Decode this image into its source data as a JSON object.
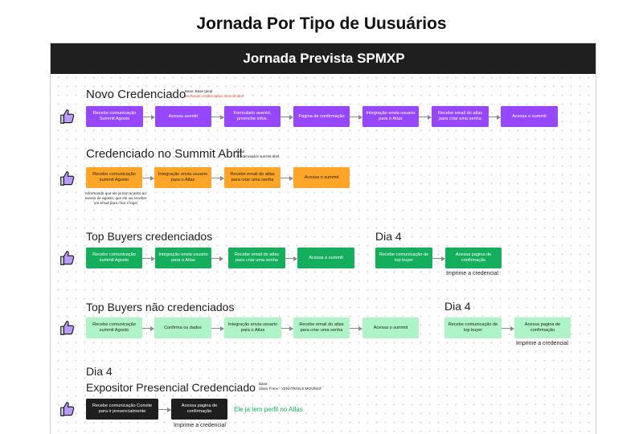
{
  "page_title": "Jornada Por Tipo de Uusuários",
  "board_title": "Jornada Prevista SPMXP",
  "sections": {
    "novo": {
      "title": "Novo Credenciado",
      "meta_line1": "Base: Base geral",
      "meta_line2": "Excluindo credenciados summit abril",
      "steps": [
        "Recebe comunicação Summit Agosto",
        "Acessa aventri",
        "Formulario aventri, preenche infos.",
        "Pagina de confirmação",
        "Integração envia usuario para o Atlas",
        "Recebe email do atlas para criar uma senha",
        "Acessa o summit"
      ]
    },
    "abril": {
      "title": "Credenciado no Summit Abril",
      "meta_line1": "Base:",
      "meta_line2": "Credenciados summit abril",
      "steps": [
        "Recebe comunicação summit Agosto",
        "Integração envia usuario para o Atlas",
        "Recebe email do atlas para criar uma senha",
        "Acessa o summit"
      ],
      "note": "Informando que ele ja tem acesso ao evento de agosto, que ele vai receber um email para criar o login"
    },
    "top_cred": {
      "title": "Top Buyers credenciados",
      "dia": "Dia 4",
      "steps": [
        "Recebe comunicação summit Agosto",
        "Integração envia usuario para o Atlas",
        "Recebe email do atlas para criar uma senha",
        "Acessa o summit"
      ],
      "dia_steps": [
        "Recebe comunicação de top buyer",
        "Acessa pagina de confirmação"
      ],
      "note": "Imprime a credencial"
    },
    "top_nao": {
      "title": "Top Buyers não credenciados",
      "dia": "Dia 4",
      "steps": [
        "Recebe comunicação summit Agosto",
        "Confirma os dados",
        "Integração envia usuario para o Atlas",
        "Recebe email do atlas para criar uma senha",
        "Acessa o summit"
      ],
      "dia_steps": [
        "Recebe comunicação de top buyer",
        "Acessa pagina de confirmação"
      ],
      "note": "Imprime a credencial"
    },
    "expositor": {
      "dia": "Dia 4",
      "title": "Expositor Presencial Credenciado",
      "meta_line1": "Base:",
      "meta_line2": "Sales Force - YENATRAN E MOVIMAT",
      "steps": [
        "Recebe comunicação Convite para ir presencialmente",
        "Acessa pagina de confirmação"
      ],
      "note": "Imprime a credencial",
      "green_note": "Ele ja tem perfil no Atlas"
    }
  },
  "colors": {
    "purple": "#9747ff",
    "orange": "#ffa629",
    "green": "#14ae5c",
    "mint": "#aff4c6",
    "black": "#1e1e1e"
  },
  "icons": {
    "row_icon": "thumbs-up-icon"
  }
}
